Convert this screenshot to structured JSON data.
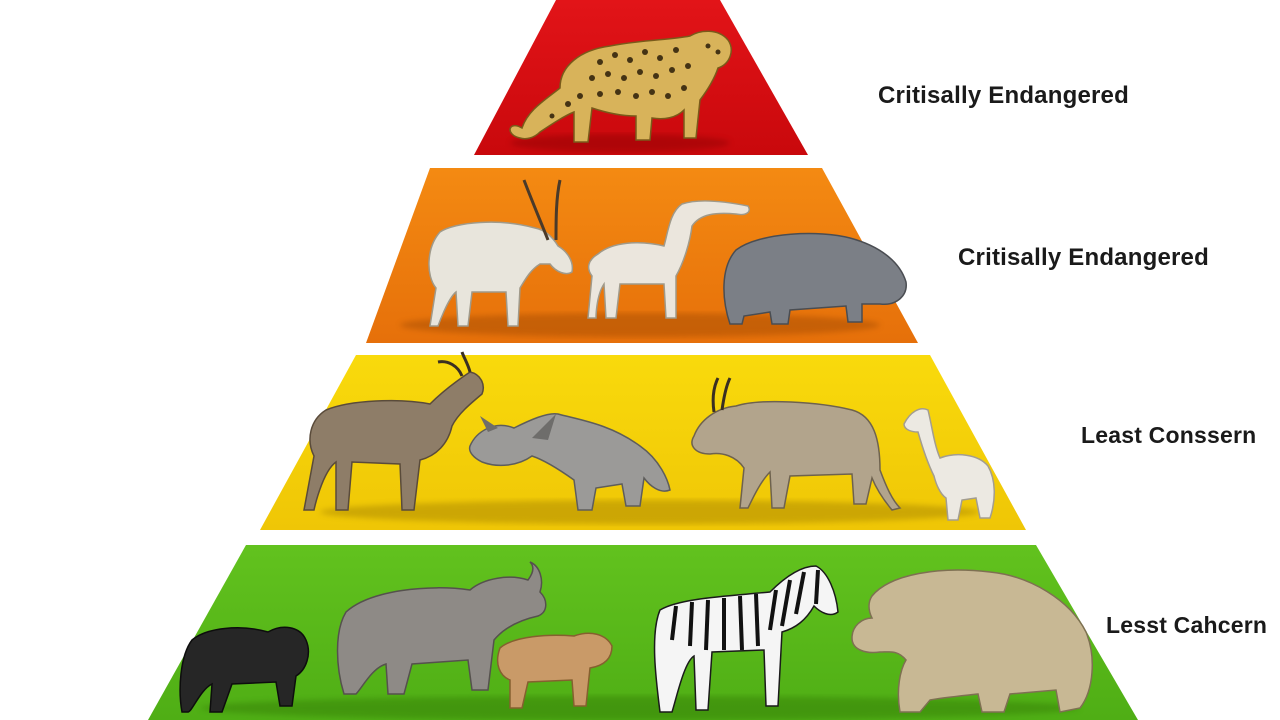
{
  "pyramid": {
    "tiers": [
      {
        "label": "Critisally Endangered",
        "color": "#dd0c10",
        "animals": [
          "leopard"
        ]
      },
      {
        "label": "Critisally Endangered",
        "color": "#f07d0e",
        "animals": [
          "addax",
          "saiga",
          "pygmy-hippo"
        ]
      },
      {
        "label": "Least Conssern",
        "color": "#f7d10a",
        "animals": [
          "kudu",
          "dinosaur-like-creature",
          "eland",
          "llama"
        ]
      },
      {
        "label": "Lesst Cahcern",
        "color": "#5cbb1c",
        "animals": [
          "gorilla",
          "rhinoceros",
          "pig",
          "zebra",
          "elephant"
        ]
      }
    ]
  }
}
